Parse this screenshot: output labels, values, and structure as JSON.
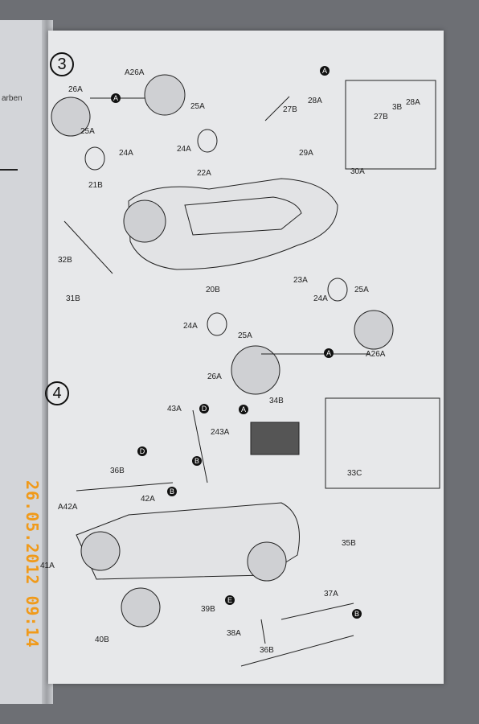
{
  "left_page": {
    "fragment_text": "arben"
  },
  "steps": [
    {
      "number": "3",
      "labels": [
        "A26A",
        "26A",
        "25A",
        "24A",
        "21B",
        "32B",
        "31B",
        "22A",
        "24A",
        "25A",
        "27B",
        "28A",
        "29A",
        "30A",
        "23A",
        "25A",
        "24A",
        "20B",
        "24A",
        "25A",
        "26A",
        "A26A",
        "28A",
        "3B",
        "27B"
      ]
    },
    {
      "number": "4",
      "labels": [
        "43A",
        "34B",
        "243A",
        "36B",
        "42A",
        "A42A",
        "41A",
        "39B",
        "38A",
        "37A",
        "35B",
        "40B",
        "36B",
        "33C"
      ]
    }
  ],
  "markers": [
    "A",
    "A",
    "A",
    "A",
    "D",
    "D",
    "B",
    "B",
    "A",
    "E",
    "B"
  ],
  "date_stamp": "26.05.2012 09:14",
  "colors": {
    "date_stamp": "#f09a1a",
    "background": "#6d6f74",
    "paper": "#e7e8ea"
  }
}
